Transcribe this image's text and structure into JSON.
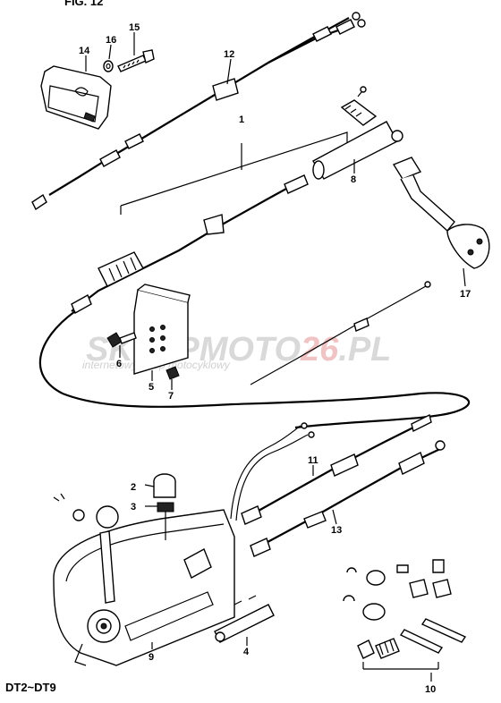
{
  "header": {
    "title": "FIG. 12"
  },
  "footer": {
    "model": "DT2~DT9"
  },
  "watermark": {
    "brand_a": "SKLEP",
    "brand_b": "MOTO",
    "brand_c": "26",
    "brand_d": ".PL",
    "tagline": "internetowy sklep motocyklowy"
  },
  "callouts": {
    "c1": "1",
    "c2": "2",
    "c3": "3",
    "c4": "4",
    "c5": "5",
    "c6": "6",
    "c7": "7",
    "c8": "8",
    "c9": "9",
    "c10": "10",
    "c11": "11",
    "c12": "12",
    "c13": "13",
    "c14": "14",
    "c15": "15",
    "c16": "16",
    "c17": "17"
  }
}
